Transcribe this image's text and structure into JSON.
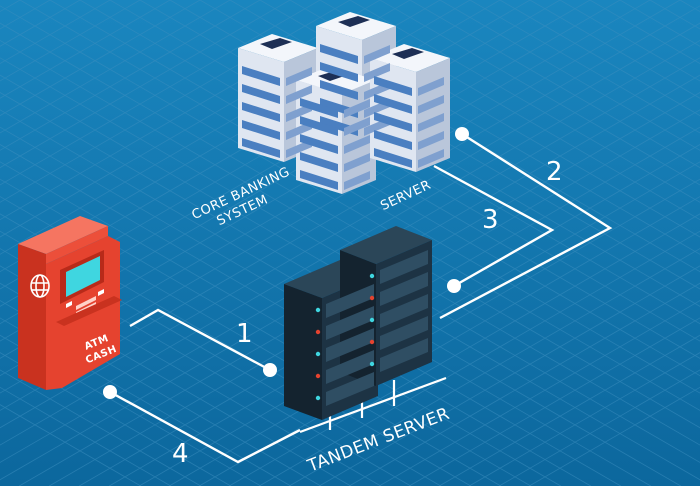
{
  "labels": {
    "core_banking_line1": "CORE BANKING",
    "core_banking_line2": "SYSTEM",
    "server": "SERVER",
    "tandem_server": "TANDEM SERVER",
    "atm_line1": "ATM",
    "atm_line2": "CASH"
  },
  "connections": [
    {
      "id": "1",
      "label": "1"
    },
    {
      "id": "2",
      "label": "2"
    },
    {
      "id": "3",
      "label": "3"
    },
    {
      "id": "4",
      "label": "4"
    }
  ],
  "colors": {
    "background": "#0f72a8",
    "grid": "#3d8fbf",
    "atm_red": "#e5432f",
    "atm_screen": "#3fd6e0",
    "rack_dark": "#1d3344",
    "server_white": "#e9eef6",
    "server_blue": "#4a7fc1",
    "lines": "#ffffff"
  },
  "icons": [
    "globe-icon",
    "atm-keypad-icon",
    "server-rack-icon"
  ]
}
